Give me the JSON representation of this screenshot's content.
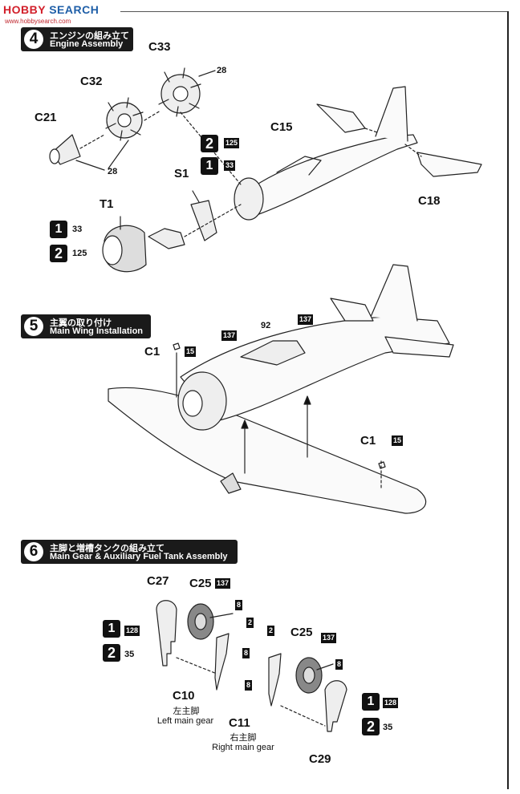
{
  "watermark": {
    "brand_a": "HOBBY",
    "brand_b": "SEARCH",
    "url": "www.hobbysearch.com"
  },
  "steps": [
    {
      "number": "4",
      "jp": "エンジンの組み立て",
      "en": "Engine Assembly"
    },
    {
      "number": "5",
      "jp": "主翼の取り付け",
      "en": "Main Wing Installation"
    },
    {
      "number": "6",
      "jp": "主脚と増槽タンクの組み立て",
      "en": "Main Gear & Auxiliary Fuel Tank Assembly"
    }
  ],
  "part_labels": {
    "c33": "C33",
    "c32": "C32",
    "c21": "C21",
    "c15": "C15",
    "c18": "C18",
    "s1": "S1",
    "t1": "T1",
    "c1_a": "C1",
    "c1_b": "C1",
    "c27": "C27",
    "c25_a": "C25",
    "c25_b": "C25",
    "c10": "C10",
    "c11": "C11",
    "c29": "C29"
  },
  "paint_numbers": {
    "n28_a": "28",
    "n28_b": "28",
    "n125_a": "125",
    "n33_a": "33",
    "n33_b": "33",
    "n125_b": "125",
    "n15_a": "15",
    "n15_b": "15",
    "n137_a": "137",
    "n92": "92",
    "n137_b": "137",
    "n137_c": "137",
    "n8_a": "8",
    "n2_a": "2",
    "n8_b": "8",
    "n128_a": "128",
    "n35_a": "35",
    "n2_b": "2",
    "n137_d": "137",
    "n8_c": "8",
    "n8_d": "8",
    "n128_b": "128",
    "n35_b": "35"
  },
  "callouts": {
    "one": "1",
    "two": "2"
  },
  "captions": {
    "left_gear_jp": "左主脚",
    "left_gear_en": "Left main gear",
    "right_gear_jp": "右主脚",
    "right_gear_en": "Right main gear"
  }
}
